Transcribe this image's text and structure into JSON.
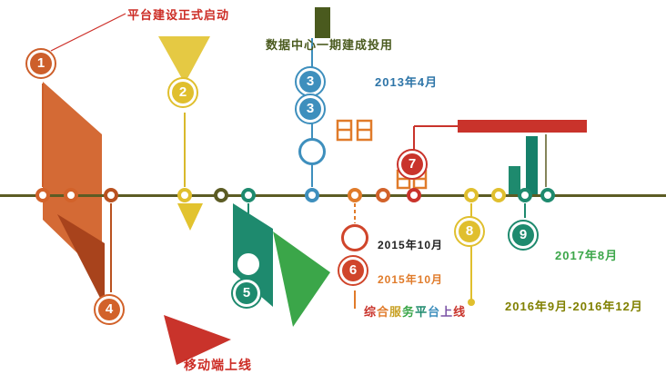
{
  "palette": {
    "orange": "#D2622A",
    "dark_orange": "#B9511F",
    "yellow": "#E0BF2E",
    "olive_axis": "#5C5C24",
    "dark_green": "#4A5A1E",
    "blue": "#3E8FBD",
    "blue_text": "#2E75A8",
    "red": "#C9332B",
    "red_orange": "#D0452B",
    "teal": "#1E8A6E",
    "green": "#3BA649",
    "orange_text": "#E07B2A",
    "olive_text": "#808000"
  },
  "events": [
    {
      "number": "1"
    },
    {
      "number": "2"
    },
    {
      "number": "3"
    },
    {
      "number": "4"
    },
    {
      "number": "5"
    },
    {
      "number": "6"
    },
    {
      "number": "7"
    },
    {
      "number": "8"
    },
    {
      "number": "9"
    }
  ],
  "labels": {
    "top_red": "平台建设正式启动",
    "dark_green": "数据中心一期建成投用",
    "blue_date": "2013年4月",
    "black_date": "2015年10月",
    "orange_date": "2015年10月",
    "rainbow_chars": [
      "综",
      "合",
      "服",
      "务",
      "平",
      "台",
      "上",
      "线"
    ],
    "olive_date": "2016年9月-2016年12月",
    "green_date": "2017年8月",
    "bottom_red": "移动端上线"
  }
}
